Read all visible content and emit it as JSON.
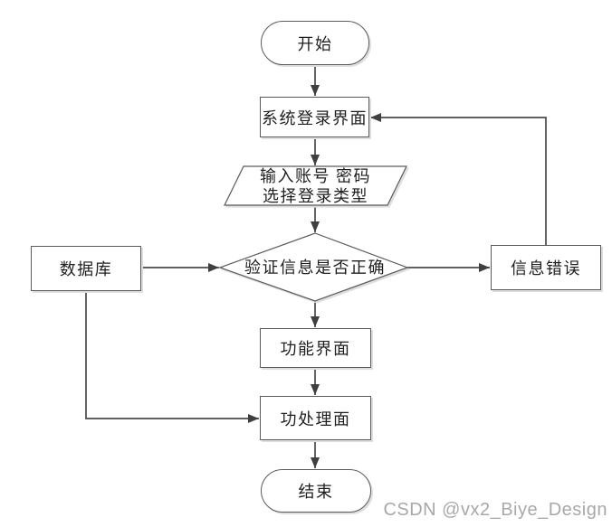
{
  "diagram": {
    "type": "flowchart",
    "background": "#ffffff",
    "colors": {
      "line": "#4a4a4a",
      "border": "#5a5a5a",
      "text": "#1f1f1f",
      "shadow": "#dedede",
      "watermark": "#a8a8a8"
    },
    "nodes": {
      "start": {
        "shape": "terminator",
        "label": "开始"
      },
      "login": {
        "shape": "process",
        "label": "系统登录界面"
      },
      "input": {
        "shape": "data",
        "line1": "输入账号 密码",
        "line2": "选择登录类型"
      },
      "verify": {
        "shape": "decision",
        "label": "验证信息是否正确"
      },
      "database": {
        "shape": "process",
        "label": "数据库"
      },
      "error": {
        "shape": "process",
        "label": "信息错误"
      },
      "function": {
        "shape": "process",
        "label": "功能界面"
      },
      "handle": {
        "shape": "process",
        "label": "功处理面"
      },
      "end": {
        "shape": "terminator",
        "label": "结束"
      }
    },
    "edges": [
      {
        "from": "start",
        "to": "login"
      },
      {
        "from": "login",
        "to": "input"
      },
      {
        "from": "input",
        "to": "verify"
      },
      {
        "from": "verify",
        "to": "function"
      },
      {
        "from": "function",
        "to": "handle"
      },
      {
        "from": "handle",
        "to": "end"
      },
      {
        "from": "database",
        "to": "verify"
      },
      {
        "from": "verify",
        "to": "error"
      },
      {
        "from": "error",
        "to": "login"
      },
      {
        "from": "database",
        "to": "handle"
      }
    ]
  },
  "watermark": {
    "text": "CSDN @vx2_Biye_Design"
  }
}
